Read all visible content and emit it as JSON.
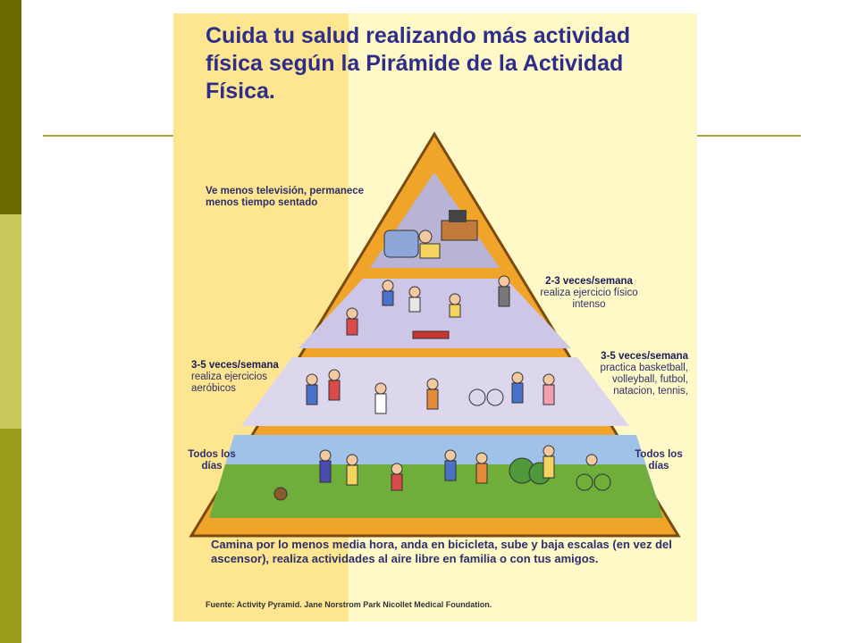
{
  "poster": {
    "title_part1": "Cuida tu salud realizando más actividad física según la ",
    "title_part2": "Pirámide de la Actividad Física",
    "title_end": ".",
    "top_left": "Ve menos televisión, permanece menos tiempo sentado",
    "right_1_heading": "2-3 veces/semana",
    "right_1_body": "realiza ejercicio físico intenso",
    "left_2_heading": "3-5 veces/semana",
    "left_2_body": "realiza ejercicios aeróbicos",
    "right_2_heading": "3-5 veces/semana",
    "right_2_body": "practica basketball, volleyball, futbol, natacion, tennis,",
    "left_3": "Todos los días",
    "right_3": "Todos los días",
    "bottom": "Camina por lo menos media hora, anda en bicicleta, sube y baja escalas (en vez del ascensor), realiza actividades al aire libre en familia o con tus amigos.",
    "source": "Fuente: Activity Pyramid. Jane Norstrom Park Nicollet Medical Foundation."
  },
  "colors": {
    "pyramid_frame": "#f0a52a",
    "tier1": "#b9b3d6",
    "tier2": "#cdc6e6",
    "tier3": "#ddd7ee",
    "tier4": "#9fc3e8",
    "grass": "#6fae3a"
  }
}
